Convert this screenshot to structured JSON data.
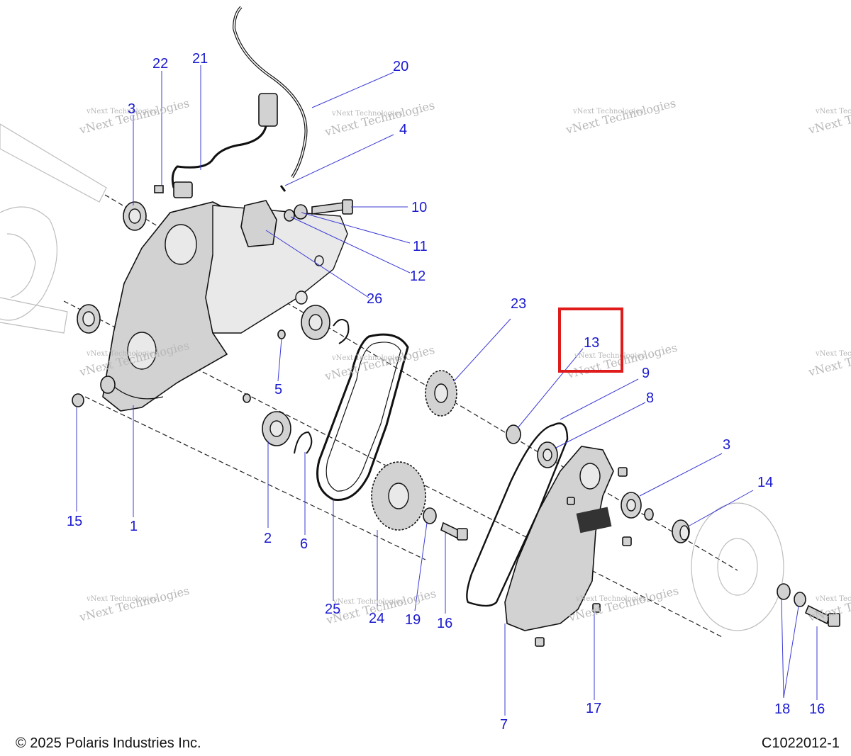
{
  "footer": {
    "copyright": "© 2025 Polaris Industries Inc.",
    "figure_id": "C1022012-1"
  },
  "watermark": {
    "line1": "vNext Technologies",
    "line2": "vNext Technologies"
  },
  "callouts": {
    "c1": "1",
    "c2": "2",
    "c3a": "3",
    "c3b": "3",
    "c4": "4",
    "c5": "5",
    "c6": "6",
    "c7": "7",
    "c8": "8",
    "c9": "9",
    "c10": "10",
    "c11": "11",
    "c12": "12",
    "c13": "13",
    "c14": "14",
    "c15": "15",
    "c16a": "16",
    "c16b": "16",
    "c17": "17",
    "c18": "18",
    "c19": "19",
    "c20": "20",
    "c21": "21",
    "c22": "22",
    "c23": "23",
    "c24": "24",
    "c25": "25",
    "c26": "26"
  },
  "highlight": {
    "callout": "13",
    "color": "#e01b1b"
  },
  "colors": {
    "callout": "#1a1ad0",
    "leader": "#3b3bd6",
    "part_fill": "#d2d2d2"
  }
}
